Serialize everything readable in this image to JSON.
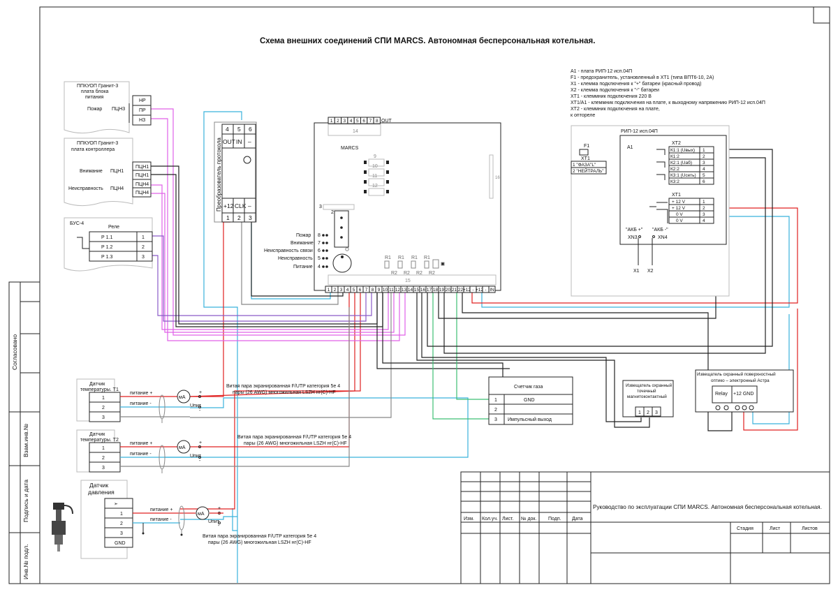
{
  "title": "Схема внешних соединений СПИ MARCS. Автономная бесперсональная котельная.",
  "notes": [
    "А1 - плата РИП-12 исп.04П",
    "F1 - предохранитель, установленный в ХТ1 (типа ВПТ6-10, 2А)",
    "Х1 - клемма подключения к \"+\" батареи (красный провод)",
    "Х2 - клемма подключения к \"-\" батареи",
    "ХТ1 - клеммник подключения 220 В",
    "ХТ1/А1 - клеммник подключения на плате, к выходному напряжению РИП-12 исп.04П",
    "ХТ2 - клеммник подключения на плате,",
    "к оптореле"
  ],
  "ppkuop1": {
    "lines": [
      "ППКУОП Гранит-3",
      "плата блока",
      "питания"
    ],
    "signal": "Пожар",
    "group": "ПЦН3",
    "terms": [
      "НР",
      "ПР",
      "НЗ"
    ]
  },
  "ppkuop2": {
    "lines": [
      "ППКУОП Гранит-3",
      "плата контроллера"
    ],
    "sig1": "Внимание",
    "grp1": "ПЦН1",
    "sig2": "Неисправность",
    "grp2": "ПЦН4",
    "terms": [
      "ПЦН1",
      "ПЦН1",
      "ПЦН4",
      "ПЦН4"
    ]
  },
  "bus4": {
    "name": "БУС-4",
    "relay": "Реле",
    "rows": [
      {
        "a": "Р 1.1",
        "b": "1"
      },
      {
        "a": "Р 1.2",
        "b": "2"
      },
      {
        "a": "Р 1.3",
        "b": "3"
      }
    ]
  },
  "converter": {
    "label": "Преобразователь протокола",
    "top_nums": [
      "4",
      "5",
      "6"
    ],
    "top_labels": [
      "OUT",
      "IN",
      "–"
    ],
    "bot_labels": [
      "+12",
      "CLK",
      "–"
    ],
    "bot_nums": [
      "1",
      "2",
      "3"
    ]
  },
  "marcs": {
    "name": "MARCS",
    "top_pins": [
      "1",
      "2",
      "3",
      "4",
      "5",
      "6",
      "7",
      "8"
    ],
    "top_out": "OUT",
    "top_num": "14",
    "bottom_pins": [
      "1",
      "2",
      "3",
      "4",
      "5",
      "6",
      "7",
      "8",
      "9",
      "10",
      "11",
      "12",
      "13",
      "14",
      "15",
      "16",
      "17",
      "18",
      "19",
      "20",
      "21",
      "22",
      "+12",
      "-",
      "+12",
      "-",
      "IN"
    ],
    "bottom_num": "15",
    "leds": [
      "Пожар",
      "Внимание",
      "Неисправность связи",
      "Неисправность",
      "Питание"
    ],
    "led_nums": [
      "8",
      "7",
      "6",
      "5",
      "4"
    ],
    "conn_nums": [
      "9",
      "10",
      "11",
      "12"
    ],
    "side_num": "16",
    "hdr_num": "3",
    "vert_num": "2",
    "r1": "R1",
    "r2": "R2"
  },
  "rip": {
    "name": "РИП-12 исп.04П",
    "a1": "А1",
    "xt2": "ХТ2",
    "xt2_rows": [
      {
        "l": "К1:1 (Uвых)",
        "n": "1"
      },
      {
        "l": "К1:2",
        "n": "2"
      },
      {
        "l": "К2:1 (Uаб)",
        "n": "3"
      },
      {
        "l": "К2:2",
        "n": "4"
      },
      {
        "l": "К3:1 (Uсеть)",
        "n": "5"
      },
      {
        "l": "К3:2",
        "n": "6"
      }
    ],
    "xt1": "ХТ1",
    "xt1_rows": [
      {
        "l": "+ 12 V",
        "n": "1"
      },
      {
        "l": "+ 12 V",
        "n": "2"
      },
      {
        "l": "0 V",
        "n": "3"
      },
      {
        "l": "0 V",
        "n": "4"
      }
    ],
    "akb_plus": "\"АКБ +\"",
    "akb_minus": "\"АКБ -\"",
    "xn3": "XN3",
    "xn4": "XN4",
    "x1": "X1",
    "x2": "X2"
  },
  "fuse": {
    "f1": "F1",
    "xt1": "ХТ1",
    "rows": [
      "1 \"ФАЗА\"L\"",
      "2 \"НЕЙТРАЛЬ\""
    ]
  },
  "gas_meter": {
    "name": "Счетчик газа",
    "rows": [
      {
        "n": "1",
        "l": "GND"
      },
      {
        "n": "2",
        "l": ""
      },
      {
        "n": "3",
        "l": "Импульсный выход"
      }
    ]
  },
  "magnetic": {
    "lines": [
      "Извещатель охранный",
      "точечный",
      "магнитоконтактный"
    ],
    "terms": [
      "1",
      "2",
      "3"
    ]
  },
  "astra": {
    "lines": [
      "Извещатель охранный поверхностный",
      "оптико – электронный Астра"
    ],
    "relay": "Relay",
    "pwr": "+12 GND"
  },
  "t1": {
    "name": [
      "Датчик",
      "температуры. Т1"
    ],
    "rows": [
      "1",
      "2",
      "3"
    ],
    "plus": "питание +",
    "minus": "питание -",
    "ma": "мА",
    "u": "Uпит",
    "sp": "+",
    "sm": "-",
    "cable": [
      "Витая пара экранированная F/UTP категория 5е 4",
      "пары (26 AWG) многожильная LSZH нг(С)-HF"
    ]
  },
  "t2": {
    "name": [
      "Датчик",
      "температуры. Т2"
    ],
    "rows": [
      "1",
      "2",
      "3"
    ],
    "plus": "питание +",
    "minus": "питание -",
    "ma": "мА",
    "u": "Uпит",
    "sp": "+",
    "sm": "-",
    "cable": [
      "Витая пара экранированная F/UTP категория 5е 4",
      "пары (26 AWG) многожильная LSZH нг(С)-HF"
    ]
  },
  "pressure": {
    "name": [
      "Датчик",
      "давления"
    ],
    "rows": [
      "1",
      "2",
      "3",
      "GND"
    ],
    "plus": "питание +",
    "minus": "питание -",
    "ma": "мА",
    "u": "Uпит",
    "sp": "+",
    "sm": "-",
    "cable": [
      "Витая пара экранированная F/UTP категория 5е 4",
      "пары (26 AWG) многожильная LSZH нг(С)-HF"
    ]
  },
  "stamp": {
    "doc_title": "Руководство по эксплуатации СПИ MARCS. Автономная бесперсональная котельная.",
    "cols": [
      "Изм.",
      "Кол.уч.",
      "Лист.",
      "№ док.",
      "Подп.",
      "Дата"
    ],
    "stage": "Стадия",
    "sheet": "Лист",
    "sheets": "Листов"
  },
  "side": {
    "agreed": "Согласовано",
    "inv_vz": "Взам.инв.№",
    "sign_date": "Подпись и дата",
    "inv_orig": "Инв.№ подл."
  },
  "colors": {
    "blue": "#39b2dc",
    "red": "#e02020",
    "magenta": "#e060e8",
    "purple": "#8a5bc8",
    "green": "#3cbf73",
    "gray": "#888888",
    "black": "#222222"
  }
}
